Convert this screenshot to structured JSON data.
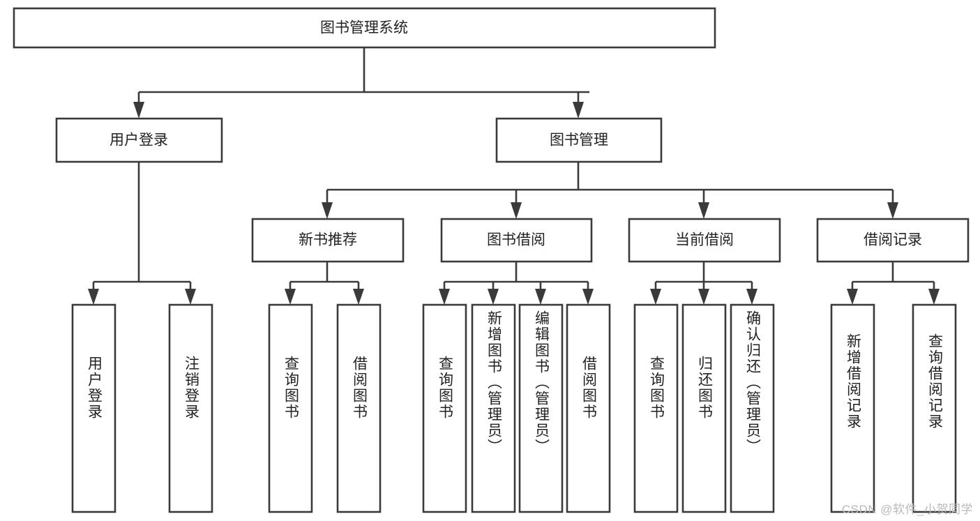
{
  "diagram": {
    "type": "tree-hierarchy",
    "title": "图书管理系统",
    "orientation": "top-down",
    "levels": 4,
    "root": {
      "id": "root",
      "label": "图书管理系统",
      "text_orientation": "horizontal"
    },
    "level2": [
      {
        "id": "user-login",
        "label": "用户登录",
        "text_orientation": "horizontal"
      },
      {
        "id": "book-management",
        "label": "图书管理",
        "text_orientation": "horizontal"
      }
    ],
    "level3": [
      {
        "id": "new-book-recommend",
        "label": "新书推荐",
        "parent": "book-management",
        "text_orientation": "horizontal"
      },
      {
        "id": "book-borrow",
        "label": "图书借阅",
        "parent": "book-management",
        "text_orientation": "horizontal"
      },
      {
        "id": "current-borrow",
        "label": "当前借阅",
        "parent": "book-management",
        "text_orientation": "horizontal"
      },
      {
        "id": "borrow-record",
        "label": "借阅记录",
        "parent": "book-management",
        "text_orientation": "horizontal"
      }
    ],
    "leaves": [
      {
        "id": "leaf-user-login",
        "label": "用户登录",
        "parent": "user-login",
        "text_orientation": "vertical"
      },
      {
        "id": "leaf-user-logout",
        "label": "注销登录",
        "parent": "user-login",
        "text_orientation": "vertical"
      },
      {
        "id": "leaf-query-book-1",
        "label": "查询图书",
        "parent": "new-book-recommend",
        "text_orientation": "vertical"
      },
      {
        "id": "leaf-borrow-book-1",
        "label": "借阅图书",
        "parent": "new-book-recommend",
        "text_orientation": "vertical"
      },
      {
        "id": "leaf-query-book-2",
        "label": "查询图书",
        "parent": "book-borrow",
        "text_orientation": "vertical"
      },
      {
        "id": "leaf-add-book",
        "label": "新增图书（管理员）",
        "parent": "book-borrow",
        "text_orientation": "vertical"
      },
      {
        "id": "leaf-edit-book",
        "label": "编辑图书（管理员）",
        "parent": "book-borrow",
        "text_orientation": "vertical"
      },
      {
        "id": "leaf-borrow-book-2",
        "label": "借阅图书",
        "parent": "book-borrow",
        "text_orientation": "vertical"
      },
      {
        "id": "leaf-query-book-3",
        "label": "查询图书",
        "parent": "current-borrow",
        "text_orientation": "vertical"
      },
      {
        "id": "leaf-return-book",
        "label": "归还图书",
        "parent": "current-borrow",
        "text_orientation": "vertical"
      },
      {
        "id": "leaf-confirm-return",
        "label": "确认归还（管理员）",
        "parent": "current-borrow",
        "text_orientation": "vertical"
      },
      {
        "id": "leaf-add-record",
        "label": "新增借阅记录",
        "parent": "borrow-record",
        "text_orientation": "vertical"
      },
      {
        "id": "leaf-query-record",
        "label": "查询借阅记录",
        "parent": "borrow-record",
        "text_orientation": "vertical"
      }
    ],
    "colors": {
      "box_fill": "#ffffff",
      "box_stroke": "#3a3a3a",
      "connector": "#3a3a3a",
      "text": "#222222",
      "background": "#ffffff",
      "watermark": "#b9b9b9"
    }
  },
  "watermark": {
    "text": "CSDN @软件_小贺同学"
  }
}
